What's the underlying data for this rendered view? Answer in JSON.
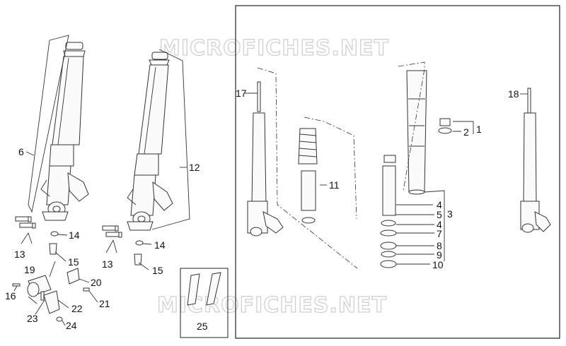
{
  "watermarks": {
    "top": "MICROFICHES.NET",
    "bottom": "MICROFICHES.NET"
  },
  "callouts": {
    "c1": "1",
    "c2": "2",
    "c3": "3",
    "c4a": "4",
    "c5": "5",
    "c4b": "4",
    "c7": "7",
    "c8": "8",
    "c9": "9",
    "c10": "10",
    "c6": "6",
    "c11": "11",
    "c12": "12",
    "c13a": "13",
    "c13b": "13",
    "c14a": "14",
    "c14b": "14",
    "c15a": "15",
    "c15b": "15",
    "c16": "16",
    "c17": "17",
    "c18": "18",
    "c19": "19",
    "c20": "20",
    "c21": "21",
    "c22": "22",
    "c23": "23",
    "c24": "24",
    "c25": "25"
  }
}
